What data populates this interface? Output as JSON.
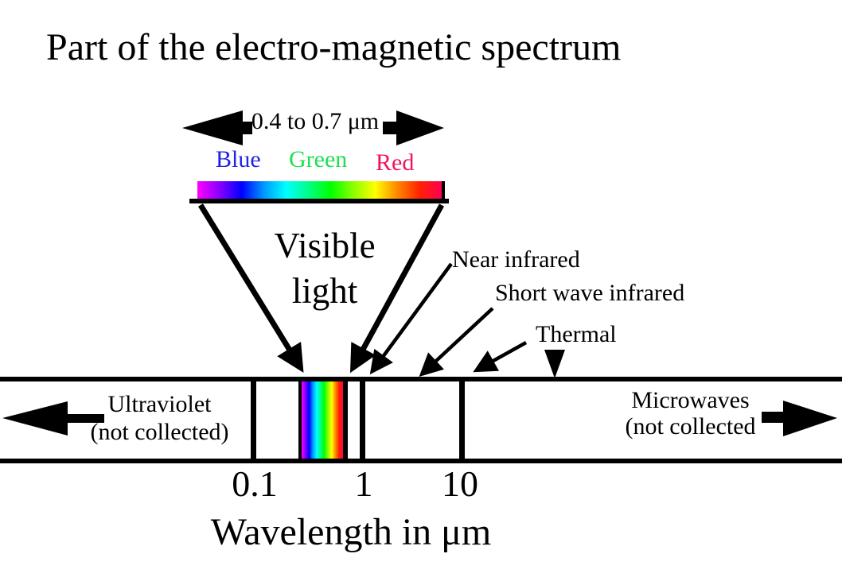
{
  "title": "Part of the electro-magnetic spectrum",
  "range_label": "0.4 to 0.7 μm",
  "color_labels": {
    "blue": {
      "text": "Blue",
      "color": "#2222E6"
    },
    "green": {
      "text": "Green",
      "color": "#1FDF55"
    },
    "red": {
      "text": "Red",
      "color": "#EF1460"
    }
  },
  "visible_light": {
    "line1": "Visible",
    "line2": "light"
  },
  "band_labels": {
    "near_infrared": "Near infrared",
    "short_wave_infrared": "Short wave infrared",
    "thermal": "Thermal"
  },
  "ultraviolet": {
    "line1": "Ultraviolet",
    "line2": "(not collected)"
  },
  "microwaves": {
    "line1": "Microwaves",
    "line2": "(not collected"
  },
  "axis": {
    "ticks": [
      "0.1",
      "1",
      "10"
    ],
    "label": "Wavelength in μm",
    "scale": "logarithmic"
  },
  "spectrum_gradient": [
    "#FF00FF",
    "#8800FF",
    "#0000FF",
    "#0099FF",
    "#00FFFF",
    "#00FF88",
    "#00FF00",
    "#88FF00",
    "#FFFF00",
    "#FF8800",
    "#FF2200",
    "#FF0055"
  ],
  "colors": {
    "ink": "#000000",
    "background": "#FFFFFF"
  }
}
